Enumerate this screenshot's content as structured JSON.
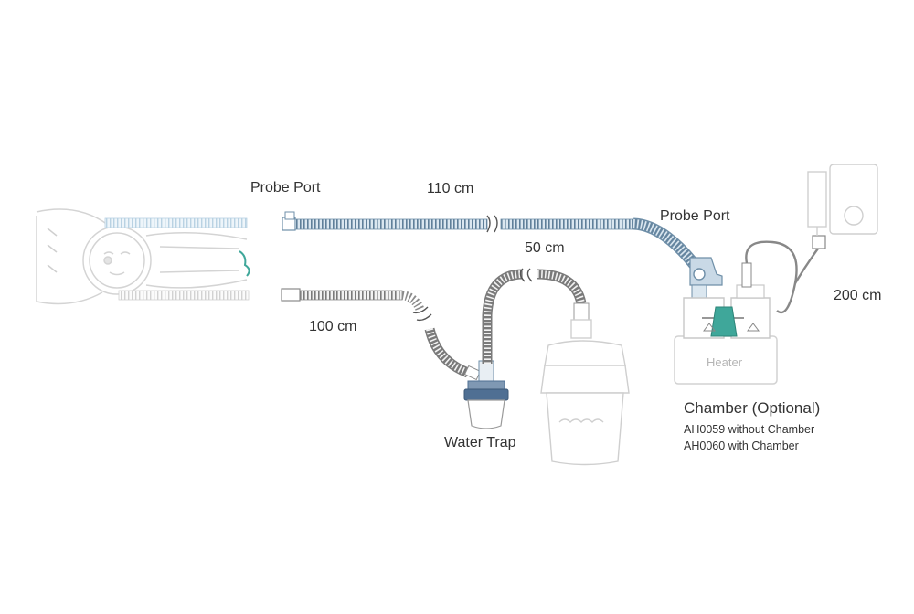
{
  "labels": {
    "probe_port_left": "Probe Port",
    "tube_110": "110 cm",
    "probe_port_right": "Probe Port",
    "tube_50": "50 cm",
    "tube_100": "100 cm",
    "tube_200": "200 cm",
    "water_trap": "Water Trap",
    "heater": "Heater",
    "chamber_title": "Chamber (Optional)",
    "chamber_line1": "AH0059 without Chamber",
    "chamber_line2": "AH0060 with Chamber"
  },
  "colors": {
    "tube_blue": "#6f8fa8",
    "tube_light": "#c9d9e6",
    "tube_gray": "#8a8a8a",
    "trap_blue": "#4f6f93",
    "chamber_teal": "#3fa79a",
    "faint": "#cfcfcf"
  }
}
